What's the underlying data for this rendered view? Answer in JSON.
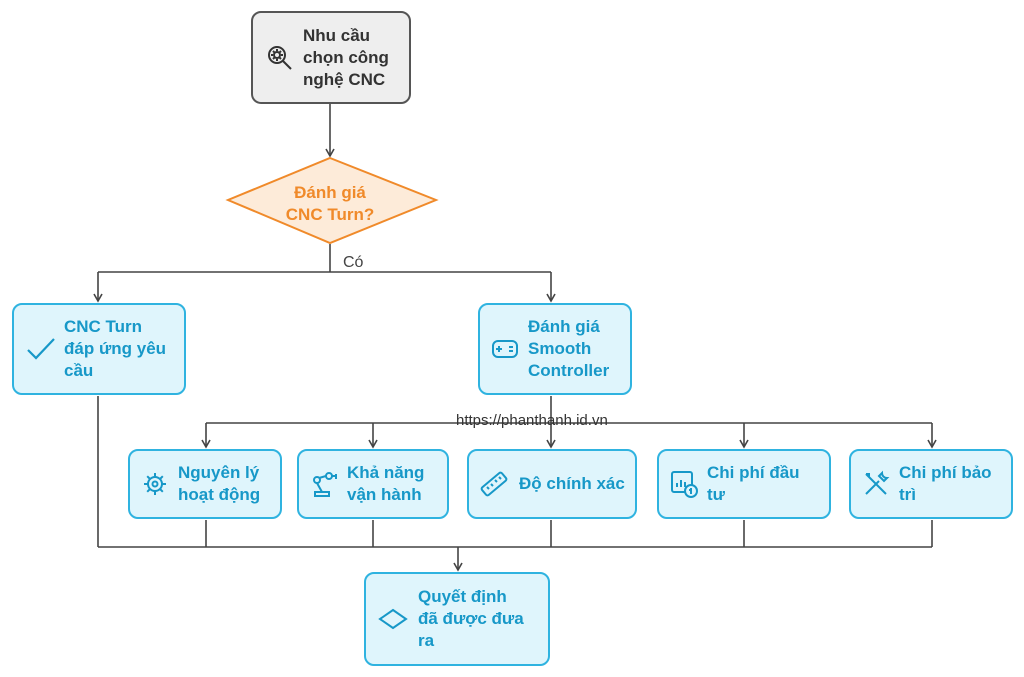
{
  "nodes": {
    "start": "Nhu cầu\nchọn công\nnghệ CNC",
    "decision": "Đánh giá\nCNC Turn?",
    "cnc_turn": "CNC Turn\nđáp ứng yêu\ncầu",
    "smooth": "Đánh giá\nSmooth\nController",
    "principle": "Nguyên lý\nhoạt động",
    "operation": "Khả năng\nvận hành",
    "precision": "Độ chính xác",
    "investment": "Chi phí đầu\ntư",
    "maintenance": "Chi phí bảo\ntrì",
    "decision_made": "Quyết định\nđã được đưa\nra"
  },
  "edge_label": "Có",
  "watermark": "https://phanthanh.id.vn",
  "colors": {
    "accent": "#2fb3e0",
    "box_fill": "#dff5fc",
    "text_blue": "#1798c8",
    "decision": "#f08a2a",
    "start_fill": "#eeeeee"
  }
}
